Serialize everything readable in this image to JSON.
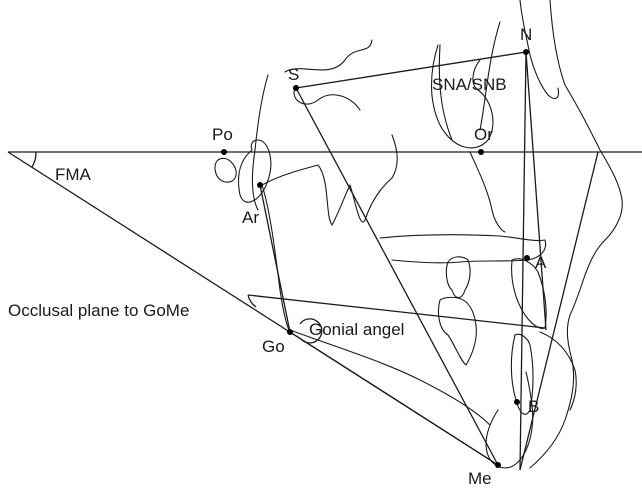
{
  "landmarks": {
    "N": "N",
    "S": "S",
    "Po": "Po",
    "Or": "Or",
    "Ar": "Ar",
    "A": "A",
    "B": "B",
    "Go": "Go",
    "Me": "Me"
  },
  "angles": {
    "sna_snb": "SNA/SNB",
    "fma": "FMA",
    "occlusal": "Occlusal plane to GoMe",
    "gonial": "Gonial angel"
  },
  "colors": {
    "ink": "#1a1a1a",
    "background": "#ffffff"
  }
}
